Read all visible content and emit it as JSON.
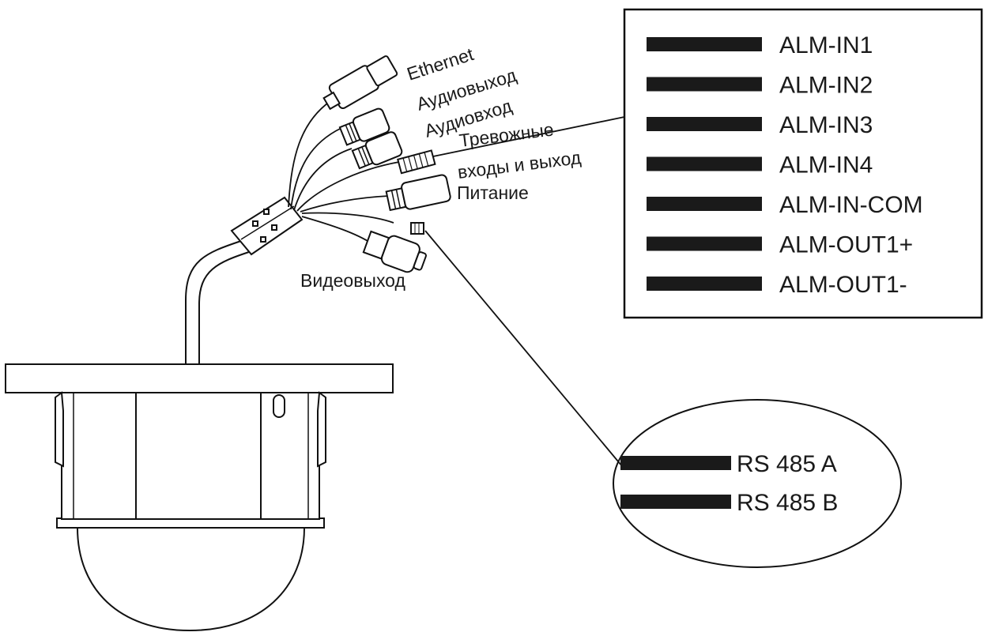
{
  "connectors": {
    "ethernet": "Ethernet",
    "audio_out": "Аудиовыход",
    "audio_in": "Аудиовход",
    "alarm_line1": "Тревожные",
    "alarm_line2": "входы и выход",
    "power": "Питание",
    "video_out": "Видеовыход"
  },
  "alarm_pins": [
    "ALM-IN1",
    "ALM-IN2",
    "ALM-IN3",
    "ALM-IN4",
    "ALM-IN-COM",
    "ALM-OUT1+",
    "ALM-OUT1-"
  ],
  "rs485_pins": [
    "RS 485 A",
    "RS 485 B"
  ]
}
